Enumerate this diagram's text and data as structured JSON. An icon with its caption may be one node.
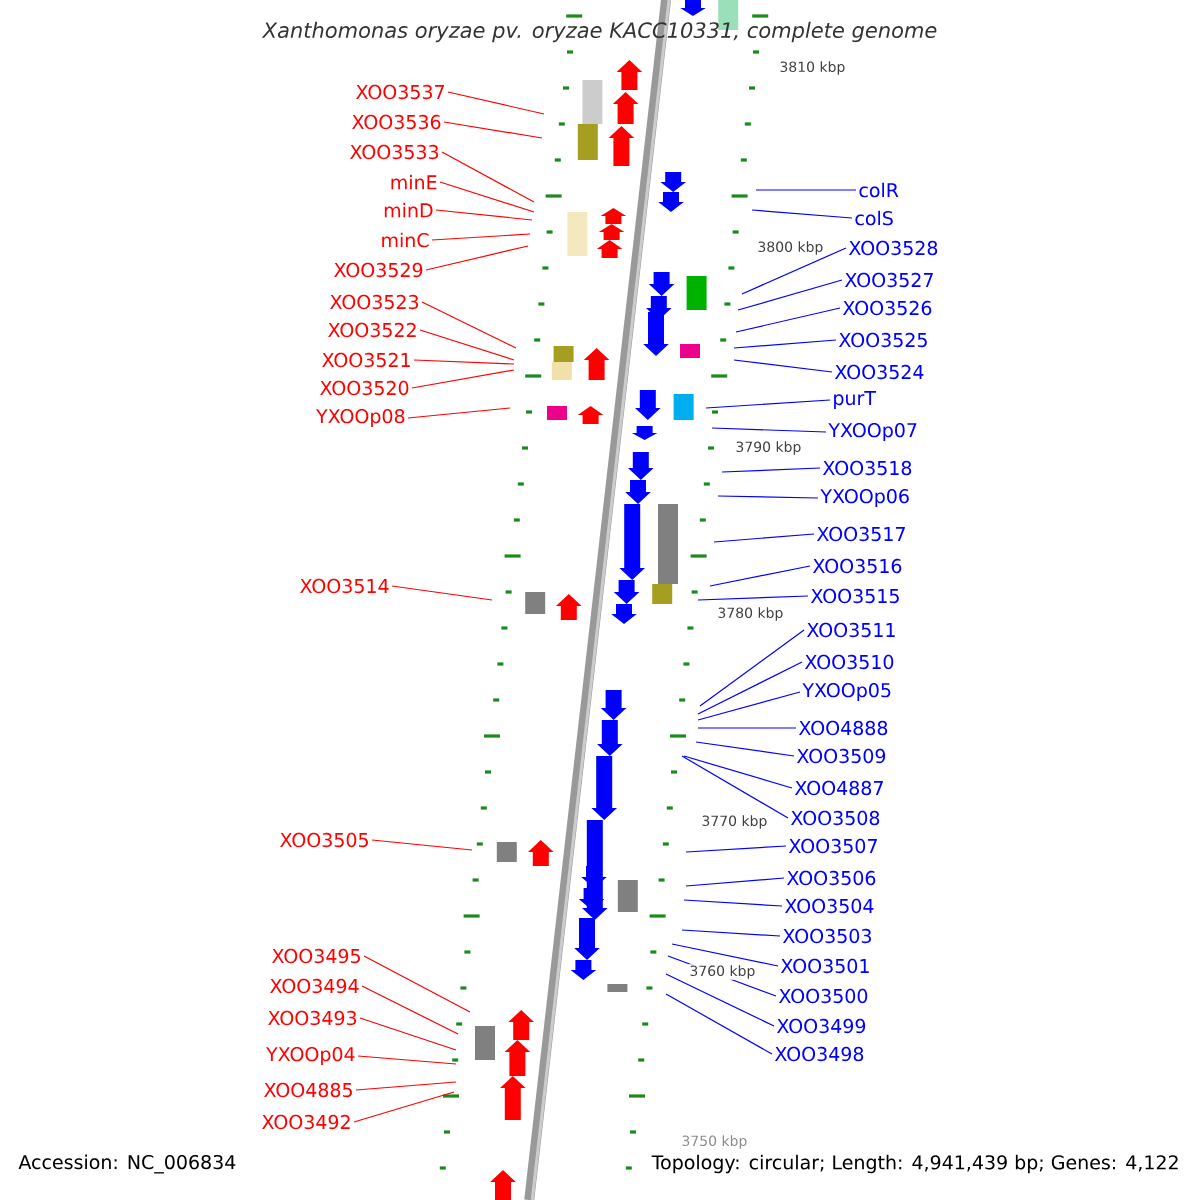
{
  "diagram": {
    "title": "Xanthomonas oryzae pv. oryzae KACC10331, complete genome",
    "nodes": [
      {
        "text": [
          "XOO3537"
        ]
      },
      {
        "text": [
          "XOO3536"
        ]
      },
      {
        "text": [
          "XOO3533"
        ]
      },
      {
        "text": [
          "minE"
        ]
      },
      {
        "text": [
          "minD"
        ]
      },
      {
        "text": [
          "minC"
        ]
      },
      {
        "text": [
          "XOO3529"
        ]
      },
      {
        "text": [
          "XOO3523"
        ]
      },
      {
        "text": [
          "XOO3522"
        ]
      },
      {
        "text": [
          "XOO3521"
        ]
      },
      {
        "text": [
          "XOO3520"
        ]
      },
      {
        "text": [
          "YXOOp08"
        ]
      },
      {
        "text": [
          "XOO3514"
        ]
      },
      {
        "text": [
          "XOO3505"
        ]
      },
      {
        "text": [
          "XOO3495"
        ]
      },
      {
        "text": [
          "XOO3494"
        ]
      },
      {
        "text": [
          "XOO3493"
        ]
      },
      {
        "text": [
          "YXOOp04"
        ]
      },
      {
        "text": [
          "XOO4885"
        ]
      },
      {
        "text": [
          "XOO3492"
        ]
      },
      {
        "text": [
          "colR"
        ]
      },
      {
        "text": [
          "colS"
        ]
      },
      {
        "text": [
          "XOO3528"
        ]
      },
      {
        "text": [
          "XOO3527"
        ]
      },
      {
        "text": [
          "XOO3526"
        ]
      },
      {
        "text": [
          "XOO3525"
        ]
      },
      {
        "text": [
          "XOO3524"
        ]
      },
      {
        "text": [
          "purT"
        ]
      },
      {
        "text": [
          "YXOOp07"
        ]
      },
      {
        "text": [
          "XOO3518"
        ]
      },
      {
        "text": [
          "YXOOp06"
        ]
      },
      {
        "text": [
          "XOO3517"
        ]
      },
      {
        "text": [
          "XOO3516"
        ]
      },
      {
        "text": [
          "XOO3515"
        ]
      },
      {
        "text": [
          "XOO3511"
        ]
      },
      {
        "text": [
          "XOO3510"
        ]
      },
      {
        "text": [
          "YXOOp05"
        ]
      },
      {
        "text": [
          "XOO4888"
        ]
      },
      {
        "text": [
          "XOO3509"
        ]
      },
      {
        "text": [
          "XOO4887"
        ]
      },
      {
        "text": [
          "XOO3508"
        ]
      },
      {
        "text": [
          "XOO3507"
        ]
      },
      {
        "text": [
          "XOO3506"
        ]
      },
      {
        "text": [
          "XOO3504"
        ]
      },
      {
        "text": [
          "XOO3503"
        ]
      },
      {
        "text": [
          "XOO3501"
        ]
      },
      {
        "text": [
          "XOO3500"
        ]
      },
      {
        "text": [
          "XOO3499"
        ]
      },
      {
        "text": [
          "XOO3498"
        ]
      }
    ],
    "edges": [
      {
        "from": 0,
        "to": null,
        "arrow": "none",
        "color": "#ff0000"
      },
      {
        "from": 1,
        "to": null,
        "arrow": "none",
        "color": "#ff0000"
      },
      {
        "from": 2,
        "to": null,
        "arrow": "none",
        "color": "#ff0000"
      },
      {
        "from": 3,
        "to": null,
        "arrow": "none",
        "color": "#ff0000"
      },
      {
        "from": 4,
        "to": null,
        "arrow": "none",
        "color": "#ff0000"
      },
      {
        "from": 5,
        "to": null,
        "arrow": "none",
        "color": "#ff0000"
      },
      {
        "from": 6,
        "to": null,
        "arrow": "none",
        "color": "#ff0000"
      },
      {
        "from": 7,
        "to": null,
        "arrow": "none",
        "color": "#ff0000"
      },
      {
        "from": 8,
        "to": null,
        "arrow": "none",
        "color": "#ff0000"
      },
      {
        "from": 9,
        "to": null,
        "arrow": "none",
        "color": "#ff0000"
      },
      {
        "from": 10,
        "to": null,
        "arrow": "none",
        "color": "#ff0000"
      },
      {
        "from": 11,
        "to": null,
        "arrow": "none",
        "color": "#ff0000"
      },
      {
        "from": 12,
        "to": null,
        "arrow": "none",
        "color": "#ff0000"
      },
      {
        "from": 13,
        "to": null,
        "arrow": "none",
        "color": "#ff0000"
      },
      {
        "from": 14,
        "to": null,
        "arrow": "none",
        "color": "#ff0000"
      },
      {
        "from": 15,
        "to": null,
        "arrow": "none",
        "color": "#ff0000"
      },
      {
        "from": 16,
        "to": null,
        "arrow": "none",
        "color": "#ff0000"
      },
      {
        "from": 17,
        "to": null,
        "arrow": "none",
        "color": "#ff0000"
      },
      {
        "from": 18,
        "to": null,
        "arrow": "none",
        "color": "#ff0000"
      },
      {
        "from": 19,
        "to": null,
        "arrow": "none",
        "color": "#ff0000"
      },
      {
        "from": 20,
        "to": null,
        "arrow": "none"
      },
      {
        "from": 21,
        "to": null,
        "arrow": "none"
      },
      {
        "from": 22,
        "to": null,
        "arrow": "none"
      },
      {
        "from": 23,
        "to": null,
        "arrow": "none"
      },
      {
        "from": 24,
        "to": null,
        "arrow": "none"
      },
      {
        "from": 25,
        "to": null,
        "arrow": "none"
      },
      {
        "from": 26,
        "to": null,
        "arrow": "none"
      },
      {
        "from": 27,
        "to": null,
        "arrow": "none"
      },
      {
        "from": 28,
        "to": null,
        "arrow": "none"
      },
      {
        "from": 29,
        "to": null,
        "arrow": "none"
      },
      {
        "from": 30,
        "to": null,
        "arrow": "none"
      },
      {
        "from": 31,
        "to": null,
        "arrow": "none"
      },
      {
        "from": 32,
        "to": null,
        "arrow": "none"
      },
      {
        "from": 33,
        "to": null,
        "arrow": "none"
      },
      {
        "from": 34,
        "to": null,
        "arrow": "none"
      },
      {
        "from": 35,
        "to": null,
        "arrow": "none"
      },
      {
        "from": 36,
        "to": null,
        "arrow": "none"
      },
      {
        "from": 37,
        "to": null,
        "arrow": "none"
      },
      {
        "from": 38,
        "to": null,
        "arrow": "none"
      },
      {
        "from": 39,
        "to": null,
        "arrow": "none"
      },
      {
        "from": 40,
        "to": null,
        "arrow": "none"
      },
      {
        "from": 41,
        "to": null,
        "arrow": "none"
      },
      {
        "from": 42,
        "to": null,
        "arrow": "none"
      },
      {
        "from": 43,
        "to": null,
        "arrow": "none"
      },
      {
        "from": 44,
        "to": null,
        "arrow": "none"
      },
      {
        "from": 45,
        "to": null,
        "arrow": "none"
      },
      {
        "from": 46,
        "to": null,
        "arrow": "none"
      },
      {
        "from": 47,
        "to": null,
        "arrow": "none"
      },
      {
        "from": 48,
        "to": null,
        "arrow": "none"
      }
    ],
    "labels": [
      "3810 kbp",
      "3800 kbp",
      "3790 kbp",
      "3780 kbp",
      "3770 kbp",
      "3760 kbp",
      "3750 kbp",
      "Accession: NC_006834",
      "Topology: circular; Length: 4,941,439 bp; Genes: 4,122"
    ]
  }
}
